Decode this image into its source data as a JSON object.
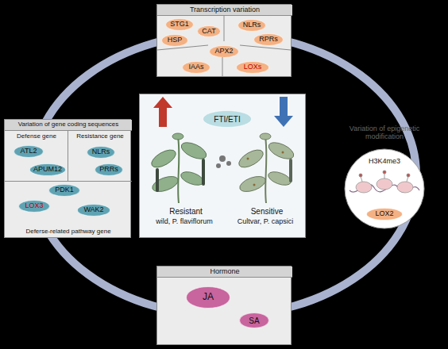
{
  "diagram": {
    "nodes": [
      {
        "text": [
          "Transcription variation"
        ]
      },
      {
        "text": [
          "STG1"
        ],
        "in": 0
      },
      {
        "text": [
          "CAT"
        ],
        "in": 0
      },
      {
        "text": [
          "HSP"
        ],
        "in": 0
      },
      {
        "text": [
          "NLRs"
        ],
        "in": 0
      },
      {
        "text": [
          "RPRs"
        ],
        "in": 0
      },
      {
        "text": [
          "APX2"
        ],
        "in": 0
      },
      {
        "text": [
          "IAAs"
        ],
        "in": 0
      },
      {
        "text": [
          "LOXs"
        ],
        "in": 0
      },
      {
        "text": [
          "Variation of gene coding sequences"
        ]
      },
      {
        "text": [
          "Defense gene"
        ],
        "in": 9
      },
      {
        "text": [
          "ATL2"
        ],
        "in": 10
      },
      {
        "text": [
          "APUM12"
        ],
        "in": 10
      },
      {
        "text": [
          "Resistance gene"
        ],
        "in": 9
      },
      {
        "text": [
          "NLRs"
        ],
        "in": 13
      },
      {
        "text": [
          "PRRs"
        ],
        "in": 13
      },
      {
        "text": [
          "Deferse-related pathway gene"
        ],
        "in": 9
      },
      {
        "text": [
          "PDK1"
        ],
        "in": 16
      },
      {
        "text": [
          "LOX3"
        ],
        "in": 16
      },
      {
        "text": [
          "WAK2"
        ],
        "in": 16
      },
      {
        "text": [
          "Resistant",
          "wild, P. flaviflorum",
          "Sensitive",
          "Cultvar, P. capsici"
        ]
      },
      {
        "text": [
          "FTI/ETI"
        ],
        "in": 20
      },
      {
        "text": [
          "Variation of epigenetic modification",
          "H3K4me3"
        ]
      },
      {
        "text": [
          "LOX2"
        ],
        "in": 22
      },
      {
        "text": [
          "Hormone"
        ]
      },
      {
        "text": [
          "JA"
        ],
        "in": 24
      },
      {
        "text": [
          "SA"
        ],
        "in": 24
      }
    ]
  }
}
